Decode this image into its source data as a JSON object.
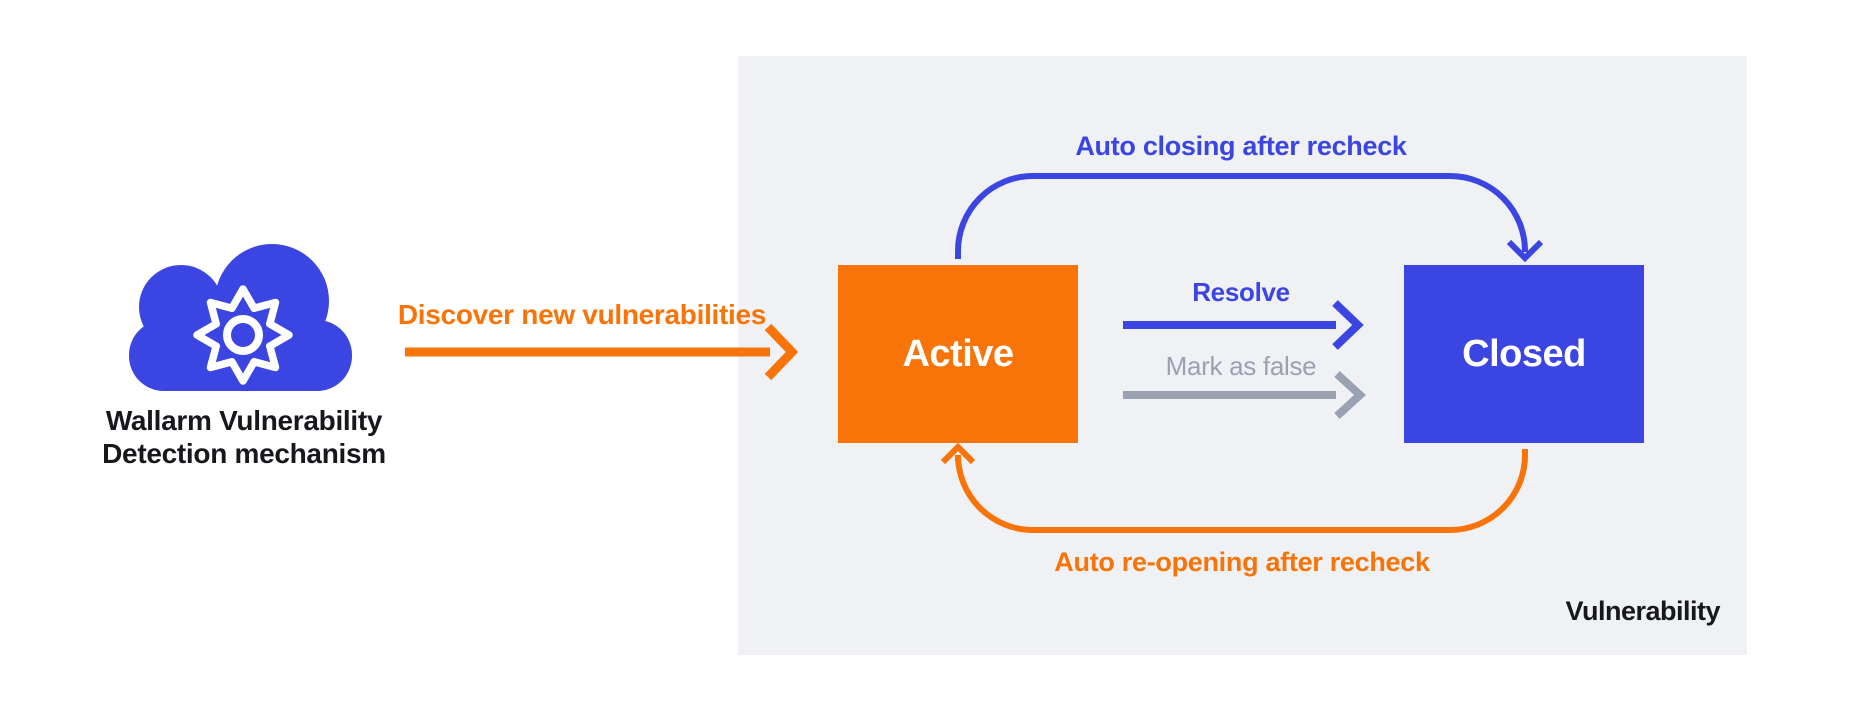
{
  "colors": {
    "orange": "#F87409",
    "blue": "#3B45E2",
    "gray": "#9AA1B1",
    "panel_bg": "#F0F1F4",
    "text_dark": "#17181C",
    "white": "#FFFFFF"
  },
  "detector": {
    "icon": "cloud-gear-icon",
    "label_line1": "Wallarm Vulnerability",
    "label_line2": "Detection mechanism"
  },
  "flow": {
    "discover_label": "Discover new vulnerabilities",
    "states": [
      {
        "id": "active",
        "label": "Active",
        "color": "#F87409"
      },
      {
        "id": "closed",
        "label": "Closed",
        "color": "#3B45E2"
      }
    ],
    "transitions": [
      {
        "label": "Auto closing after recheck",
        "from": "Active",
        "to": "Closed",
        "color": "blue",
        "style": "curved-top"
      },
      {
        "label": "Resolve",
        "from": "Active",
        "to": "Closed",
        "color": "blue",
        "style": "straight"
      },
      {
        "label": "Mark as false",
        "from": "Active",
        "to": "Closed",
        "color": "gray",
        "style": "straight"
      },
      {
        "label": "Auto re-opening after recheck",
        "from": "Closed",
        "to": "Active",
        "color": "orange",
        "style": "curved-bottom"
      }
    ]
  },
  "panel": {
    "caption": "Vulnerability"
  }
}
